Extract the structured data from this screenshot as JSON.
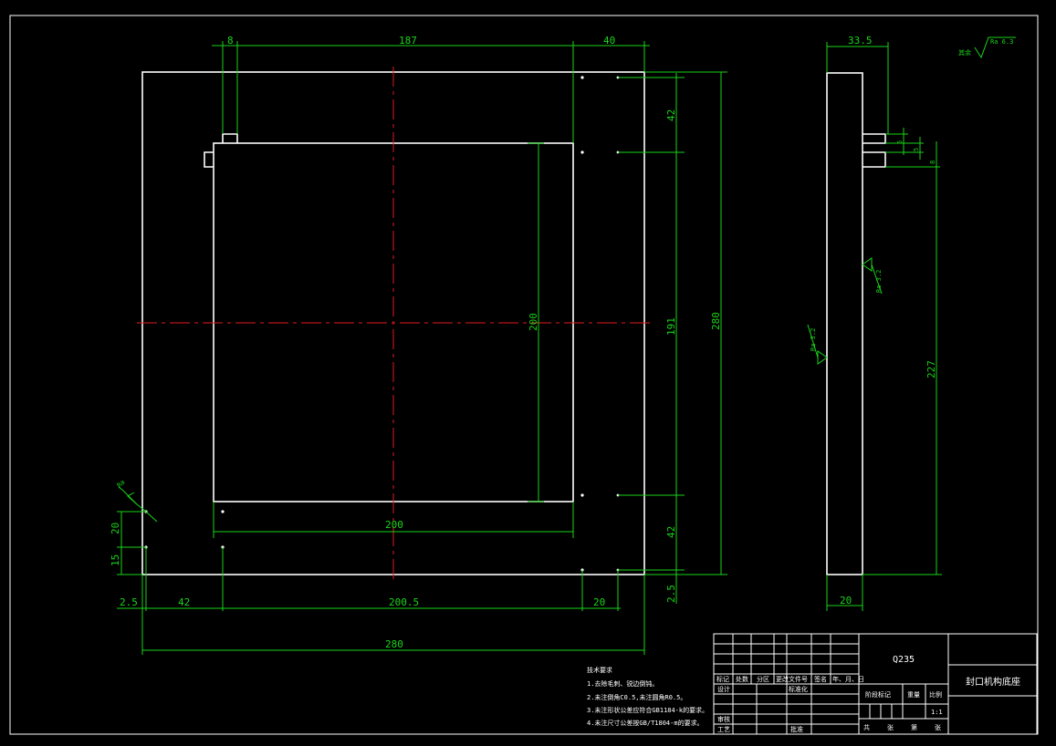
{
  "drawing": {
    "title": "封口机构底座",
    "material": "Q235",
    "scale": "1:1"
  },
  "front_view": {
    "dims": {
      "top_8": "8",
      "top_187": "187",
      "top_40": "40",
      "right_42_top": "42",
      "right_191": "191",
      "right_280": "280",
      "inner_200_v": "200",
      "inner_200_h": "200",
      "right_42_bottom": "42",
      "right_2_5": "2.5",
      "left_20": "20",
      "left_15": "15",
      "bottom_2_5": "2.5",
      "bottom_42": "42",
      "bottom_200_5": "200.5",
      "bottom_20": "20",
      "bottom_280": "280"
    },
    "roughness_left": "Ra"
  },
  "side_view": {
    "dims": {
      "top_33_5": "33.5",
      "r_5a": "5",
      "r_5b": "5",
      "r_8": "8",
      "r_227": "227",
      "bottom_20": "20"
    },
    "roughness_outer": "Ra 3.2",
    "roughness_inner": "Ra 3.2"
  },
  "roughness_general": {
    "label": "其余",
    "value": "Ra 6.3"
  },
  "tech_notes": {
    "heading": "技术要求",
    "lines": [
      "1.去除毛刺、锐边倒钝。",
      "2.未注倒角C0.5,未注圆角R0.5。",
      "3.未注形状公差应符合GB1184-k的要求。",
      "4.未注尺寸公差按GB/T1804-m的要求。"
    ]
  },
  "title_block": {
    "row_labels": [
      "标记",
      "处数",
      "分区",
      "更改文件号",
      "签名",
      "年、月、日"
    ],
    "design": "设计",
    "standardize": "标准化",
    "review": "审核",
    "process": "工艺",
    "approve": "批准",
    "stage_mark": "阶段标记",
    "weight": "重量",
    "scale_label": "比例",
    "sheet_total": "共",
    "sheet_word": "张",
    "sheet_no": "第",
    "sheet_word2": "张"
  }
}
